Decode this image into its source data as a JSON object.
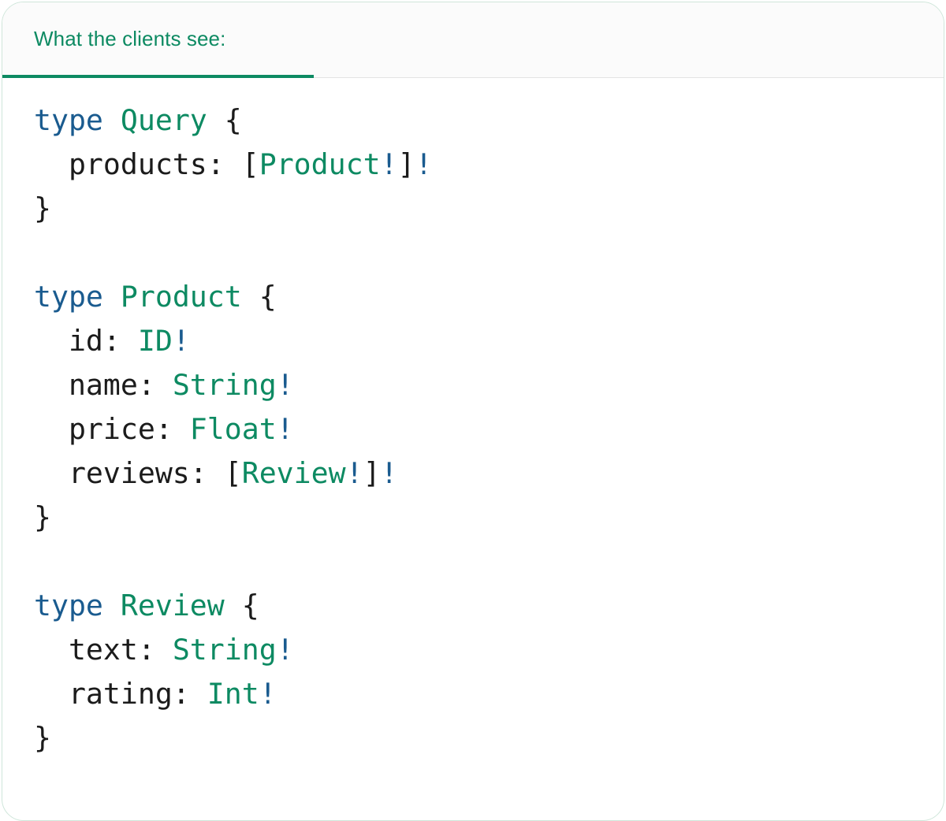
{
  "header": {
    "tab_label": "What the clients see:",
    "accent_color": "#0d8a62",
    "background": "#fbfbfb"
  },
  "colors": {
    "keyword_blue": "#1a5b8f",
    "type_green": "#0d8a62",
    "punctuation": "#1b1b1b",
    "card_border": "#cfe6da",
    "divider": "#e4e4e4",
    "page_background": "#ffffff"
  },
  "code": {
    "language": "graphql",
    "keyword": "type",
    "brace_open": "{",
    "brace_close": "}",
    "bracket_open": "[",
    "bracket_close": "]",
    "bang": "!",
    "colon": ":",
    "blocks": [
      {
        "name": "Query",
        "fields": [
          {
            "name": "products",
            "type": "Product",
            "list": true,
            "item_non_null": true,
            "non_null": true
          }
        ]
      },
      {
        "name": "Product",
        "fields": [
          {
            "name": "id",
            "type": "ID",
            "list": false,
            "item_non_null": false,
            "non_null": true
          },
          {
            "name": "name",
            "type": "String",
            "list": false,
            "item_non_null": false,
            "non_null": true
          },
          {
            "name": "price",
            "type": "Float",
            "list": false,
            "item_non_null": false,
            "non_null": true
          },
          {
            "name": "reviews",
            "type": "Review",
            "list": true,
            "item_non_null": true,
            "non_null": true
          }
        ]
      },
      {
        "name": "Review",
        "fields": [
          {
            "name": "text",
            "type": "String",
            "list": false,
            "item_non_null": false,
            "non_null": true
          },
          {
            "name": "rating",
            "type": "Int",
            "list": false,
            "item_non_null": false,
            "non_null": true
          }
        ]
      }
    ]
  }
}
